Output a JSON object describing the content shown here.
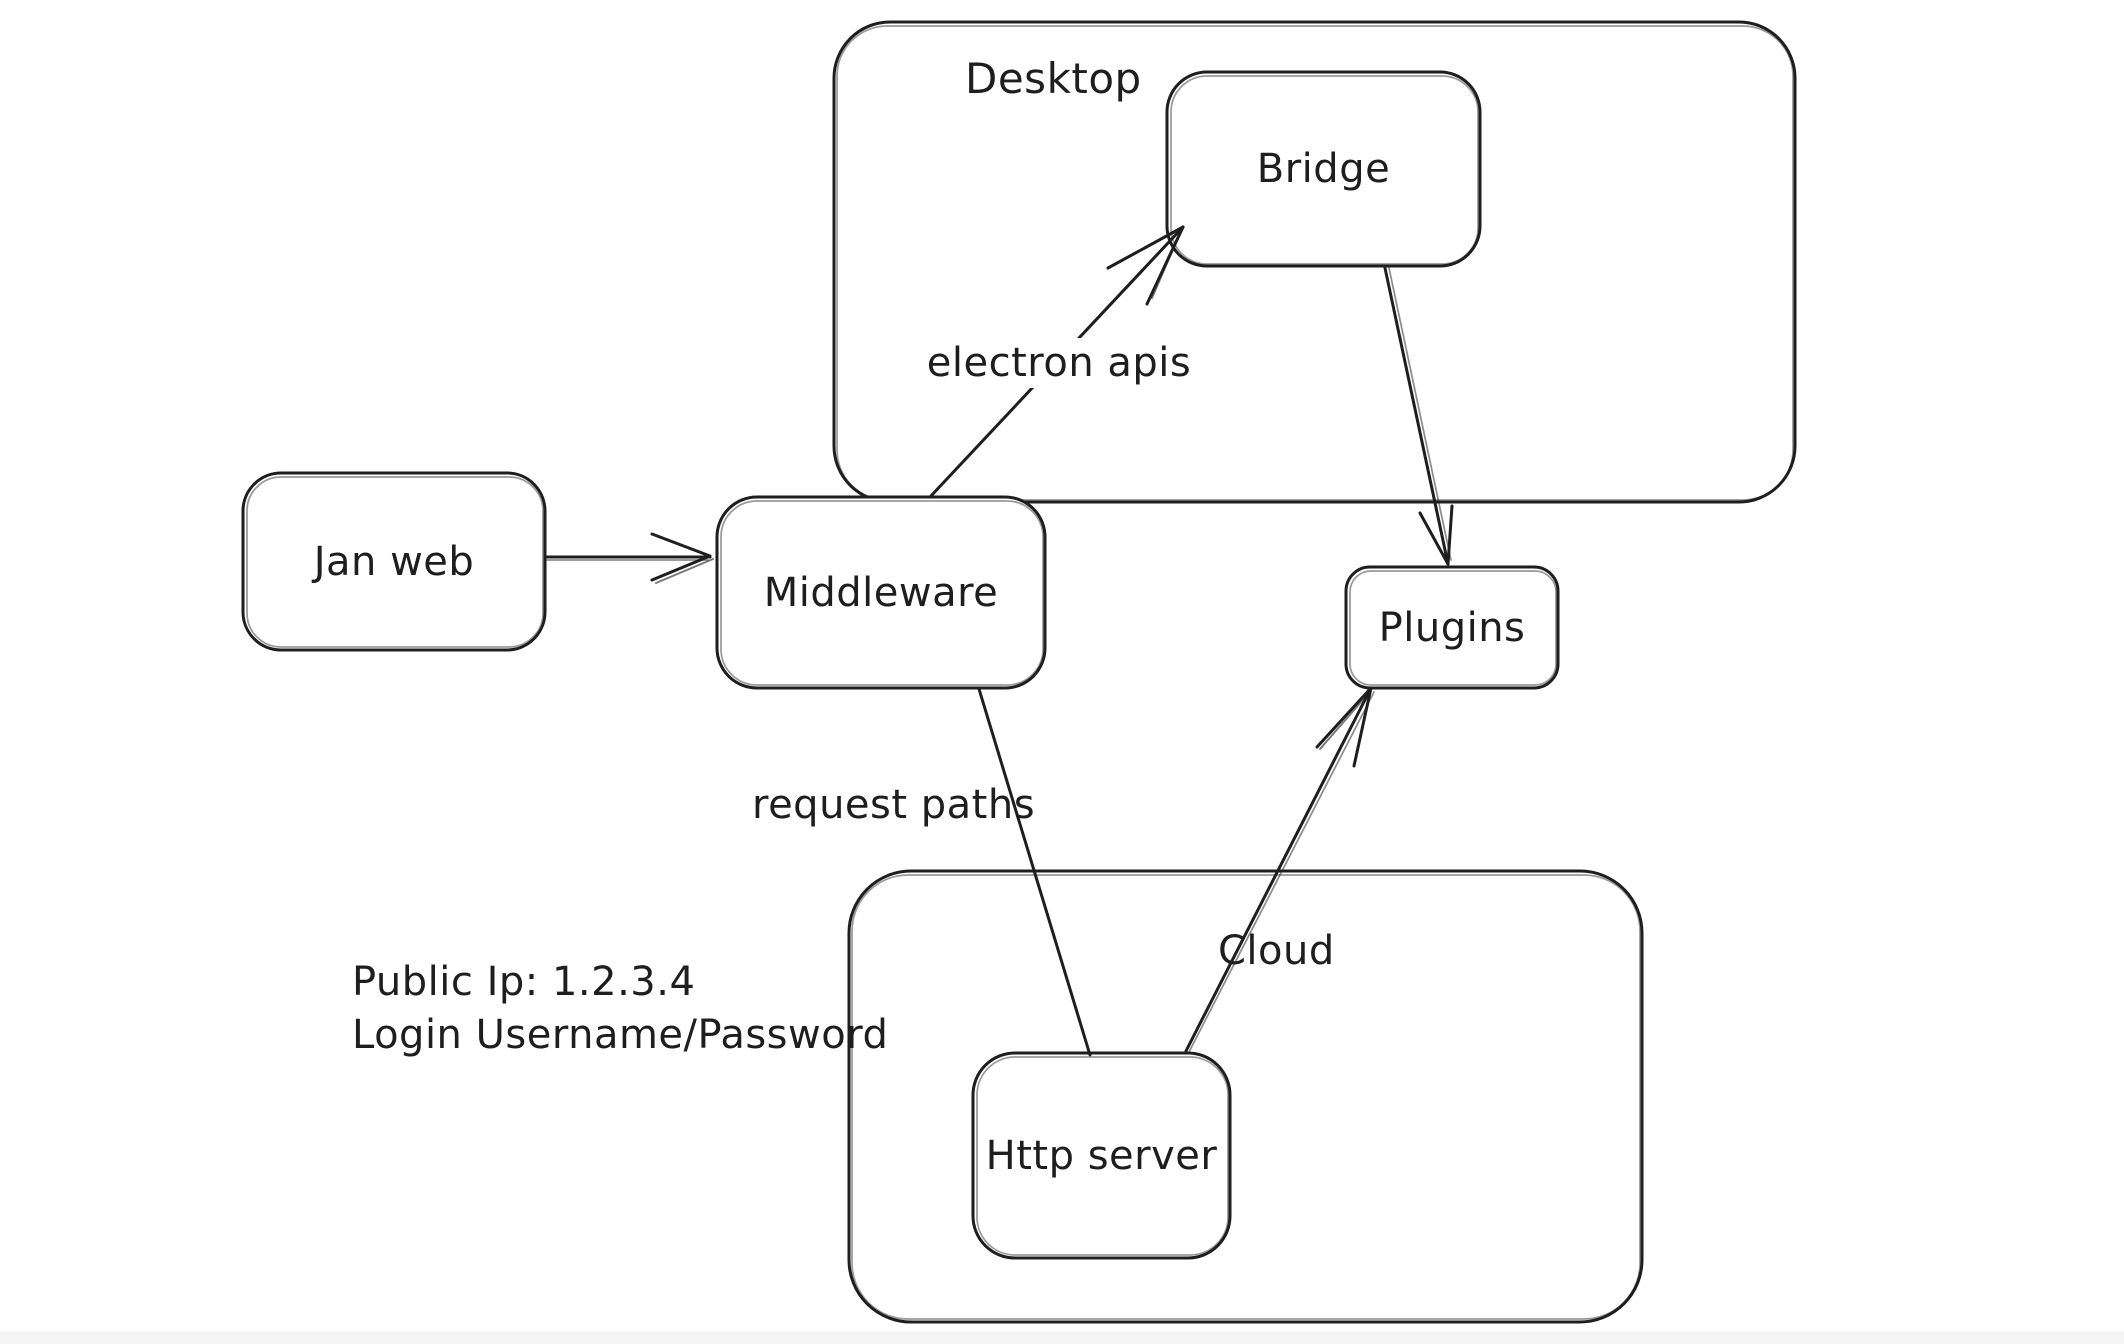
{
  "canvas": {
    "background": "#ffffff",
    "stroke_color": "#1e1e1e",
    "style": "hand-drawn whiteboard diagram"
  },
  "containers": [
    {
      "label": "Desktop"
    },
    {
      "label": "Cloud"
    }
  ],
  "nodes": [
    {
      "label": "Jan web"
    },
    {
      "label": "Middleware"
    },
    {
      "label": "Bridge"
    },
    {
      "label": "Plugins"
    },
    {
      "label": "Http server"
    }
  ],
  "edges": [
    {
      "from": "Jan web",
      "to": "Middleware",
      "label": ""
    },
    {
      "from": "Middleware",
      "to": "Bridge",
      "label": "electron apis"
    },
    {
      "from": "Bridge",
      "to": "Plugins",
      "label": ""
    },
    {
      "from": "Middleware",
      "to": "Http server",
      "label": "request paths"
    },
    {
      "from": "Http server",
      "to": "Plugins",
      "label": ""
    }
  ],
  "annotation": {
    "line1": "Public Ip: 1.2.3.4",
    "line2": "Login Username/Password"
  }
}
